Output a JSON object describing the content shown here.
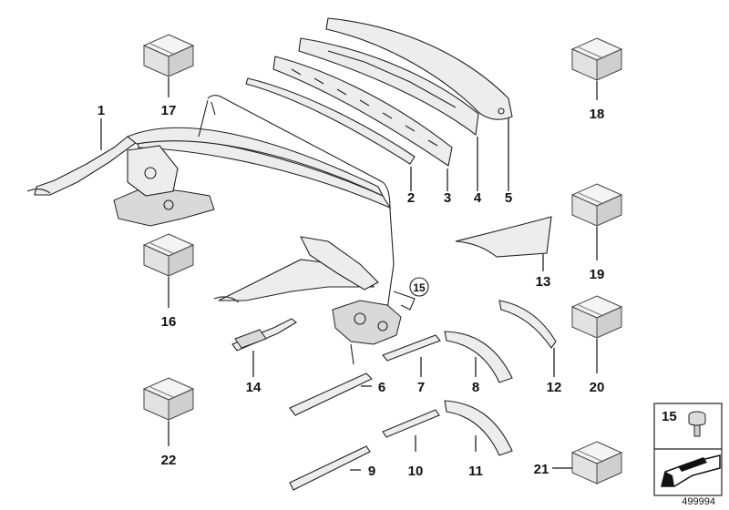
{
  "callouts": [
    {
      "id": "1",
      "text": "1"
    },
    {
      "id": "2",
      "text": "2"
    },
    {
      "id": "3",
      "text": "3"
    },
    {
      "id": "4",
      "text": "4"
    },
    {
      "id": "5",
      "text": "5"
    },
    {
      "id": "6",
      "text": "6"
    },
    {
      "id": "7",
      "text": "7"
    },
    {
      "id": "8",
      "text": "8"
    },
    {
      "id": "9",
      "text": "9"
    },
    {
      "id": "10",
      "text": "10"
    },
    {
      "id": "11",
      "text": "11"
    },
    {
      "id": "12",
      "text": "12"
    },
    {
      "id": "13",
      "text": "13"
    },
    {
      "id": "14",
      "text": "14"
    },
    {
      "id": "15",
      "text": "15"
    },
    {
      "id": "16",
      "text": "16"
    },
    {
      "id": "17",
      "text": "17"
    },
    {
      "id": "18",
      "text": "18"
    },
    {
      "id": "19",
      "text": "19"
    },
    {
      "id": "20",
      "text": "20"
    },
    {
      "id": "21",
      "text": "21"
    },
    {
      "id": "22",
      "text": "22"
    }
  ],
  "legend": {
    "part_number": "15"
  },
  "reference_number": "499994"
}
